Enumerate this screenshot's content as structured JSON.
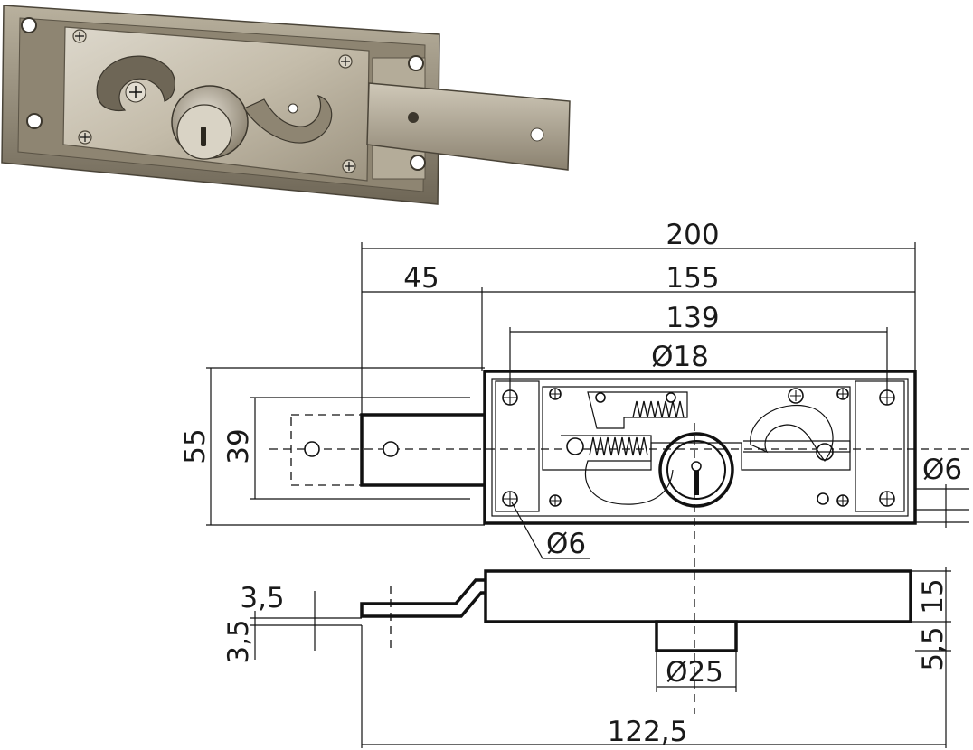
{
  "colors": {
    "line": "#111111",
    "metal_light": "#cfc9bb",
    "metal_mid": "#a9a08d",
    "metal_dark": "#6e6656",
    "background": "#ffffff"
  },
  "dimensions": {
    "total_length": "200",
    "body_length": "155",
    "strike_length": "45",
    "hole_spacing": "139",
    "cylinder_diameter": "Ø18",
    "body_height": "55",
    "strike_height": "39",
    "hole_diameter_right": "Ø6",
    "hole_diameter_bottom": "Ø6",
    "strike_thickness": "3,5",
    "strike_offset": "3,5",
    "body_depth": "15",
    "cylinder_protrusion": "5,5",
    "cylinder_boss_diameter": "Ø25",
    "cylinder_position": "122,5"
  }
}
